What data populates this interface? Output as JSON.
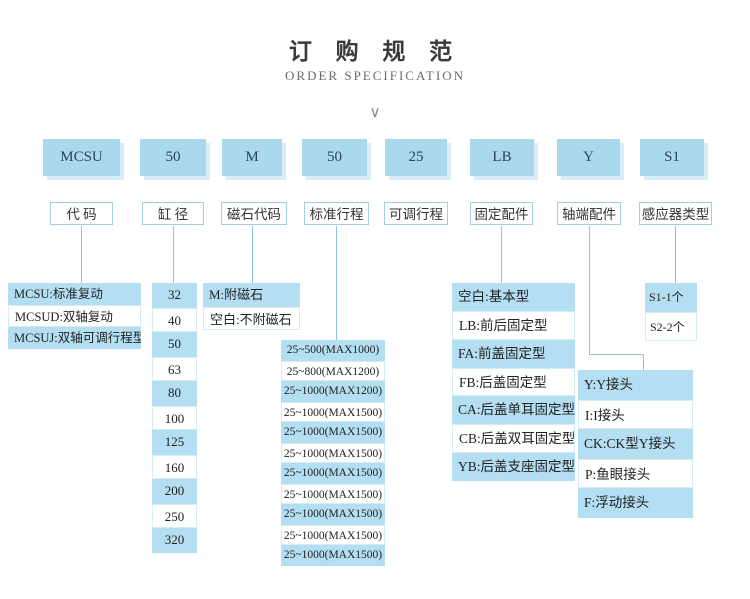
{
  "header": {
    "title": "订 购 规 范",
    "subtitle": "ORDER SPECIFICATION",
    "chevron": "∨"
  },
  "colors": {
    "code_box_fill": "#a9d8ef",
    "code_box_shadow": "#d9edf8",
    "option_row_fill": "#b4def2",
    "connector_line": "#8fc3dc",
    "code_text": "#27455f"
  },
  "segments": [
    {
      "code": "MCSU",
      "label": "代 码",
      "options": [
        {
          "text": "MCSU:标准复动"
        },
        {
          "text": "MCSUD:双轴复动"
        },
        {
          "text": "MCSUJ:双轴可调行程型"
        }
      ]
    },
    {
      "code": "50",
      "label": "缸 径",
      "options": [
        {
          "text": "32"
        },
        {
          "text": "40"
        },
        {
          "text": "50"
        },
        {
          "text": "63"
        },
        {
          "text": "80"
        },
        {
          "text": "100"
        },
        {
          "text": "125"
        },
        {
          "text": "160"
        },
        {
          "text": "200"
        },
        {
          "text": "250"
        },
        {
          "text": "320"
        }
      ]
    },
    {
      "code": "M",
      "label": "磁石代码",
      "options": [
        {
          "text": "M:附磁石"
        },
        {
          "text": "空白:不附磁石"
        }
      ]
    },
    {
      "code": "50",
      "label": "标准行程",
      "options": [
        {
          "text": "25~500(MAX1000)"
        },
        {
          "text": "25~800(MAX1200)"
        },
        {
          "text": "25~1000(MAX1200)"
        },
        {
          "text": "25~1000(MAX1500)"
        },
        {
          "text": "25~1000(MAX1500)"
        },
        {
          "text": "25~1000(MAX1500)"
        },
        {
          "text": "25~1000(MAX1500)"
        },
        {
          "text": "25~1000(MAX1500)"
        },
        {
          "text": "25~1000(MAX1500)"
        },
        {
          "text": "25~1000(MAX1500)"
        },
        {
          "text": "25~1000(MAX1500)"
        }
      ]
    },
    {
      "code": "25",
      "label": "可调行程",
      "options": []
    },
    {
      "code": "LB",
      "label": "固定配件",
      "options": [
        {
          "text": "空白:基本型"
        },
        {
          "text": "LB:前后固定型"
        },
        {
          "text": "FA:前盖固定型"
        },
        {
          "text": "FB:后盖固定型"
        },
        {
          "text": "CA:后盖单耳固定型"
        },
        {
          "text": "CB:后盖双耳固定型"
        },
        {
          "text": "YB:后盖支座固定型"
        }
      ]
    },
    {
      "code": "Y",
      "label": "轴端配件",
      "options": [
        {
          "text": "Y:Y接头"
        },
        {
          "text": "I:I接头"
        },
        {
          "text": "CK:CK型Y接头"
        },
        {
          "text": "P:鱼眼接头"
        },
        {
          "text": "F:浮动接头"
        }
      ]
    },
    {
      "code": "S1",
      "label": "感应器类型",
      "options": [
        {
          "text": "S1-1个"
        },
        {
          "text": "S2-2个"
        }
      ]
    }
  ]
}
